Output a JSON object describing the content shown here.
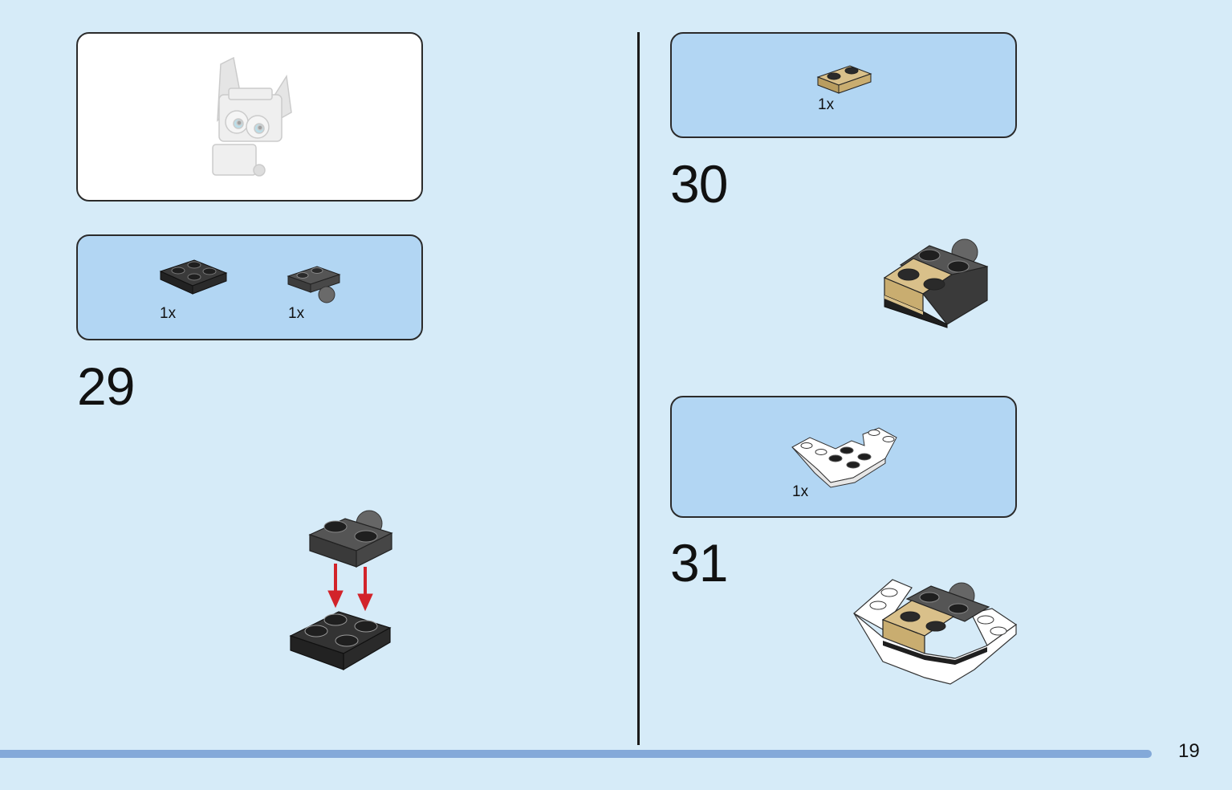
{
  "page": {
    "number": "19"
  },
  "steps": [
    {
      "number": "29",
      "parts": [
        {
          "qty": "1x",
          "part": "plate-2x2-black"
        },
        {
          "qty": "1x",
          "part": "plate-1x2-ball-dark-grey"
        }
      ]
    },
    {
      "number": "30",
      "parts": [
        {
          "qty": "1x",
          "part": "plate-1x2-tan"
        }
      ]
    },
    {
      "number": "31",
      "parts": [
        {
          "qty": "1x",
          "part": "inverted-slope-white"
        }
      ]
    }
  ],
  "colors": {
    "background": "#d6ebf8",
    "parts_panel": "#b2d6f3",
    "progress_bar": "#84a9d9",
    "arrow": "#d2232a",
    "tan": "#d9c08a",
    "black": "#2b2b2b",
    "dark_grey": "#555555"
  }
}
